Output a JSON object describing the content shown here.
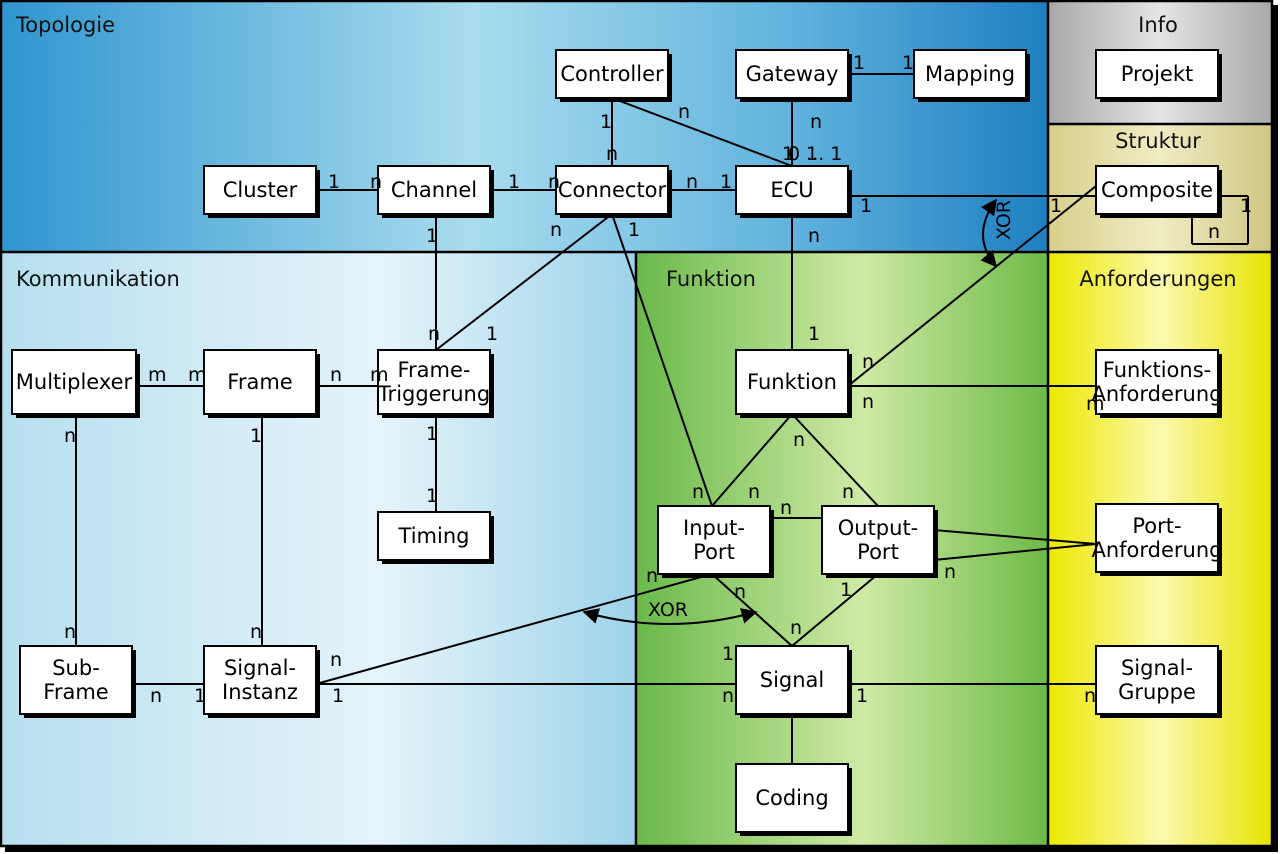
{
  "regions": {
    "topologie": "Topologie",
    "info": "Info",
    "struktur": "Struktur",
    "kommunikation": "Kommunikation",
    "funktion": "Funktion",
    "anforderungen": "Anforderungen"
  },
  "entities": {
    "controller": [
      "Controller"
    ],
    "gateway": [
      "Gateway"
    ],
    "mapping": [
      "Mapping"
    ],
    "projekt": [
      "Projekt"
    ],
    "cluster": [
      "Cluster"
    ],
    "channel": [
      "Channel"
    ],
    "connector": [
      "Connector"
    ],
    "ecu": [
      "ECU"
    ],
    "composite": [
      "Composite"
    ],
    "multiplexer": [
      "Multiplexer"
    ],
    "frame": [
      "Frame"
    ],
    "frame_triggerung": [
      "Frame-",
      "Triggerung"
    ],
    "timing": [
      "Timing"
    ],
    "funktion": [
      "Funktion"
    ],
    "funktions_anforderung": [
      "Funktions-",
      "Anforderung"
    ],
    "input_port": [
      "Input-",
      "Port"
    ],
    "output_port": [
      "Output-",
      "Port"
    ],
    "port_anforderung": [
      "Port-",
      "Anforderung"
    ],
    "sub_frame": [
      "Sub-",
      "Frame"
    ],
    "signal_instanz": [
      "Signal-",
      "Instanz"
    ],
    "signal": [
      "Signal"
    ],
    "signal_gruppe": [
      "Signal-",
      "Gruppe"
    ],
    "coding": [
      "Coding"
    ]
  },
  "multiplicities": [
    "1",
    "n",
    "n",
    "1",
    "1",
    "n",
    "0 ... 1",
    "1",
    "1",
    "1",
    "n",
    "1",
    "n",
    "n",
    "1",
    "1",
    "1",
    "1",
    "n",
    "1",
    "n",
    "1",
    "n",
    "1",
    "n",
    "n",
    "m",
    "m",
    "n",
    "m",
    "n",
    "1",
    "1",
    "1",
    "n",
    "n",
    "n",
    "n",
    "n",
    "n",
    "1",
    "n",
    "n",
    "n",
    "1",
    "n",
    "1",
    "n",
    "n",
    "1",
    "n",
    "1",
    "n",
    "n",
    "1",
    "n",
    "m"
  ],
  "xor_labels": [
    "XOR",
    "XOR"
  ],
  "colors": {
    "topologie": "#2e8fca",
    "kommunikation": "#c8e8f3",
    "funktion": "#7fc35a",
    "info": "#b4b4b4",
    "struktur": "#d8d39a",
    "anforderungen": "#f2ef30"
  }
}
